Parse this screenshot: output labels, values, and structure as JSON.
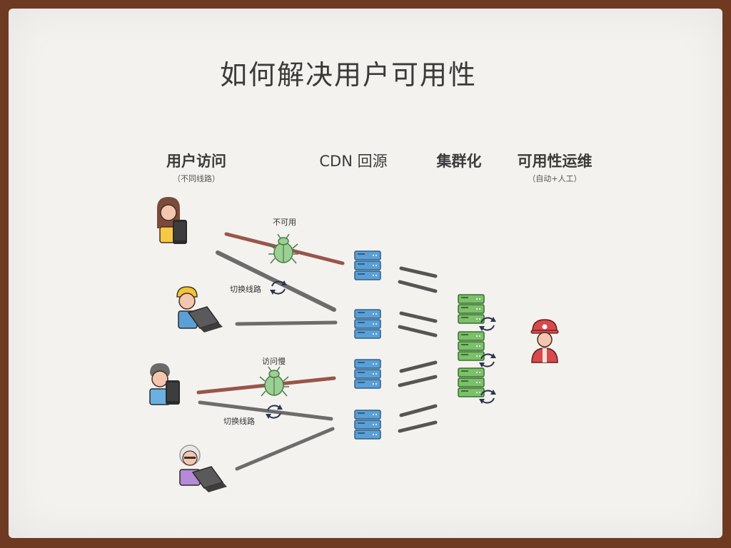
{
  "title": "如何解决用户可用性",
  "columns": [
    {
      "label": "用户访问",
      "sub": "（不同线路）"
    },
    {
      "label": "CDN 回源",
      "sub": ""
    },
    {
      "label": "集群化",
      "sub": ""
    },
    {
      "label": "可用性运维",
      "sub": "（自动+人工）"
    }
  ],
  "notes": {
    "unavailable": "不可用",
    "switch_line_1": "切换线路",
    "slow_access": "访问慢",
    "switch_line_2": "切换线路"
  },
  "colors": {
    "stroke_dark": "#555555",
    "stroke_red": "#8a3a2c",
    "server_blue": "#4a90c8",
    "server_green": "#6fb55f",
    "bug_green": "#8cc58a",
    "ops_red": "#d84a4a"
  }
}
